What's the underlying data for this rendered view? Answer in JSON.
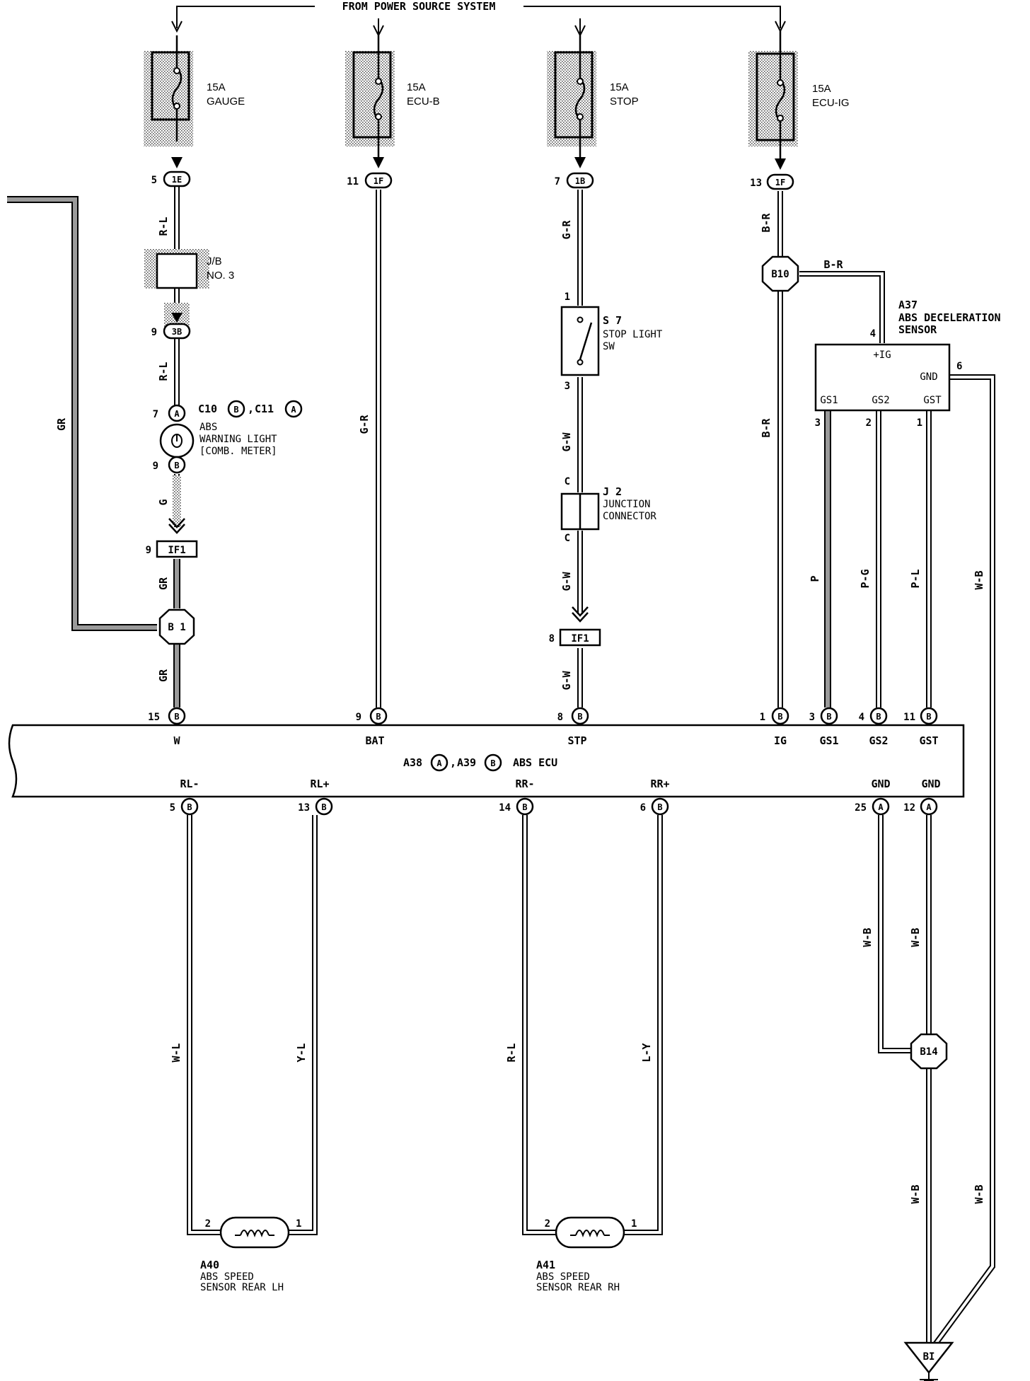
{
  "header": {
    "source_label": "FROM POWER SOURCE SYSTEM"
  },
  "fuses": [
    {
      "amp": "15A",
      "name": "GAUGE"
    },
    {
      "amp": "15A",
      "name": "ECU-B"
    },
    {
      "amp": "15A",
      "name": "STOP"
    },
    {
      "amp": "15A",
      "name": "ECU-IG"
    }
  ],
  "connectors": {
    "c1E": {
      "pin": "5",
      "code": "1E"
    },
    "c1F_a": {
      "pin": "11",
      "code": "1F"
    },
    "c1B": {
      "pin": "7",
      "code": "1B"
    },
    "c1F_b": {
      "pin": "13",
      "code": "1F"
    },
    "c3B": {
      "pin": "9",
      "code": "3B"
    },
    "if1_left": {
      "pin": "9",
      "code": "IF1"
    },
    "if1_mid": {
      "pin": "8",
      "code": "IF1"
    }
  },
  "junction_block": {
    "line1": "J/B",
    "line2": "NO. 3"
  },
  "warning_light": {
    "ref_a": "C10",
    "ref_a_tag": "B",
    "ref_b": "C11",
    "ref_b_tag": "A",
    "line1": "ABS",
    "line2": "WARNING LIGHT",
    "line3": "[COMB. METER]",
    "pin_top": "7",
    "pin_top_tag": "A",
    "pin_bot": "9",
    "pin_bot_tag": "B"
  },
  "stop_switch": {
    "ref": "S 7",
    "line1": "STOP LIGHT",
    "line2": "SW",
    "pin_top": "1",
    "pin_bot": "3"
  },
  "junction_connector": {
    "ref": "J 2",
    "line1": "JUNCTION",
    "line2": "CONNECTOR",
    "pin_top": "C",
    "pin_bot": "C"
  },
  "decel_sensor": {
    "ref": "A37",
    "line1": "ABS DECELERATION",
    "line2": "SENSOR",
    "pin_ig_num": "4",
    "pin_ig": "+IG",
    "pin_gnd": "GND",
    "pin_gnd_num": "6",
    "pins": [
      {
        "num": "3",
        "name": "GS1"
      },
      {
        "num": "2",
        "name": "GS2"
      },
      {
        "num": "1",
        "name": "GST"
      }
    ]
  },
  "splices": {
    "b1": "B 1",
    "b10": "B10",
    "b14": "B14"
  },
  "ground": {
    "code": "BI"
  },
  "wires": {
    "gauge_top": "R-L",
    "gauge_mid": "R-L",
    "light_out": "G",
    "if1_out": "GR",
    "gr_left": "GR",
    "b1_out": "GR",
    "bat": "G-R",
    "stop_in": "G-R",
    "stop_out": "G-W",
    "jc_out": "G-W",
    "stp": "G-W",
    "ecuig_top": "B-R",
    "b10_right": "B-R",
    "ig": "B-R",
    "gs1": "P",
    "gs2": "P-G",
    "gst": "P-L",
    "gnd_sensor": "W-B",
    "rl_minus": "W-L",
    "rl_plus": "Y-L",
    "rr_minus": "R-L",
    "rr_plus": "L-Y",
    "gnd25": "W-B",
    "gnd12": "W-B",
    "b14_out": "W-B",
    "sensor_gnd_low": "W-B"
  },
  "ecu": {
    "title_a": "A38",
    "title_a_tag": "A",
    "title_b": "A39",
    "title_b_tag": "B",
    "title": "ABS ECU",
    "top_pins": [
      {
        "num": "15",
        "tag": "B",
        "name": "W"
      },
      {
        "num": "9",
        "tag": "B",
        "name": "BAT"
      },
      {
        "num": "8",
        "tag": "B",
        "name": "STP"
      },
      {
        "num": "1",
        "tag": "B",
        "name": "IG"
      },
      {
        "num": "3",
        "tag": "B",
        "name": "GS1"
      },
      {
        "num": "4",
        "tag": "B",
        "name": "GS2"
      },
      {
        "num": "11",
        "tag": "B",
        "name": "GST"
      }
    ],
    "bottom_pins": [
      {
        "num": "5",
        "tag": "B",
        "name": "RL-"
      },
      {
        "num": "13",
        "tag": "B",
        "name": "RL+"
      },
      {
        "num": "14",
        "tag": "B",
        "name": "RR-"
      },
      {
        "num": "6",
        "tag": "B",
        "name": "RR+"
      },
      {
        "num": "25",
        "tag": "A",
        "name": "GND"
      },
      {
        "num": "12",
        "tag": "A",
        "name": "GND"
      }
    ]
  },
  "speed_sensors": [
    {
      "ref": "A40",
      "line1": "ABS SPEED",
      "line2": "SENSOR REAR LH",
      "pin_left": "2",
      "pin_right": "1"
    },
    {
      "ref": "A41",
      "line1": "ABS SPEED",
      "line2": "SENSOR REAR RH",
      "pin_left": "2",
      "pin_right": "1"
    }
  ]
}
